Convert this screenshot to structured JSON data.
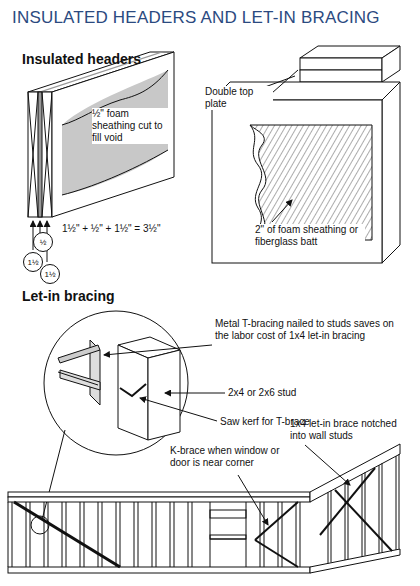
{
  "diagram": {
    "title": "INSULATED HEADERS AND LET-IN BRACING",
    "nodes": [
      {
        "text": [
          "1½"
        ]
      },
      {
        "text": [
          "½"
        ]
      },
      {
        "text": [
          "1½"
        ]
      }
    ],
    "labels": [
      "Insulated headers",
      "½\" foam sheathing cut to fill void",
      "Double top plate",
      "2\" of foam sheathing or fiberglass batt",
      "1½\" + ½\" + 1½\" = 3½\"",
      "Let-in bracing",
      "Metal T-bracing nailed to studs saves on the labor cost of 1x4 let-in bracing",
      "2x4 or 2x6 stud",
      "Saw kerf for T-brace",
      "1x4 let-in brace notched into wall studs",
      "K-brace when window or door is near corner"
    ]
  }
}
